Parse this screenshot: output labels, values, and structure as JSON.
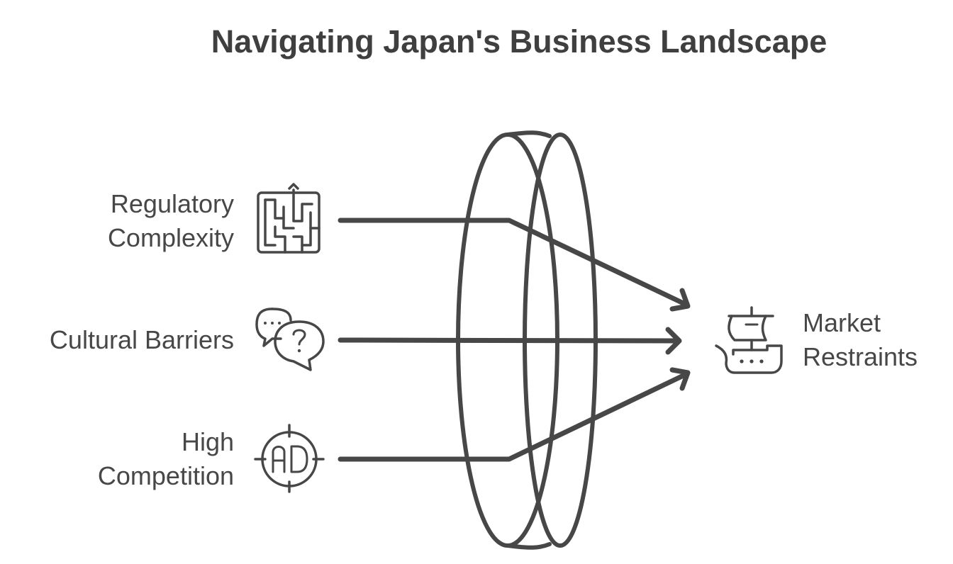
{
  "title": "Navigating Japan's Business Landscape",
  "inputs": [
    {
      "line1": "Regulatory",
      "line2": "Complexity",
      "icon": "maze-icon"
    },
    {
      "line1": "Cultural Barriers",
      "icon": "speech-bubbles-question-icon"
    },
    {
      "line1": "High",
      "line2": "Competition",
      "icon": "ad-target-icon"
    }
  ],
  "output": {
    "line1": "Market",
    "line2": "Restraints",
    "icon": "ship-icon"
  },
  "lens_icon": "lens-icon",
  "stroke_color": "#474747"
}
